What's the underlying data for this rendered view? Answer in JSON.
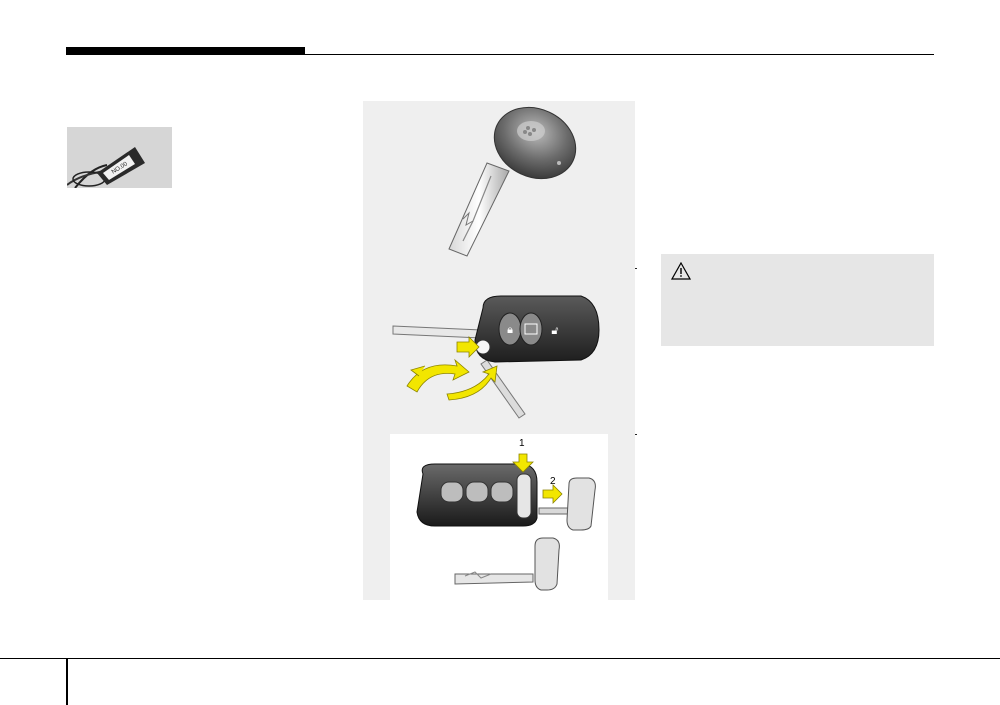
{
  "header": {},
  "key_tag": {
    "tag_text": "NO.00"
  },
  "figures": {
    "remote_key": {
      "callouts": []
    },
    "smart_key": {
      "callouts": [
        "1",
        "2"
      ]
    }
  },
  "caution": {
    "icon": "warning-triangle-icon"
  },
  "colors": {
    "arrow_yellow": "#f2e600",
    "panel_gray": "#efefef",
    "caution_gray": "#e6e6e6"
  }
}
